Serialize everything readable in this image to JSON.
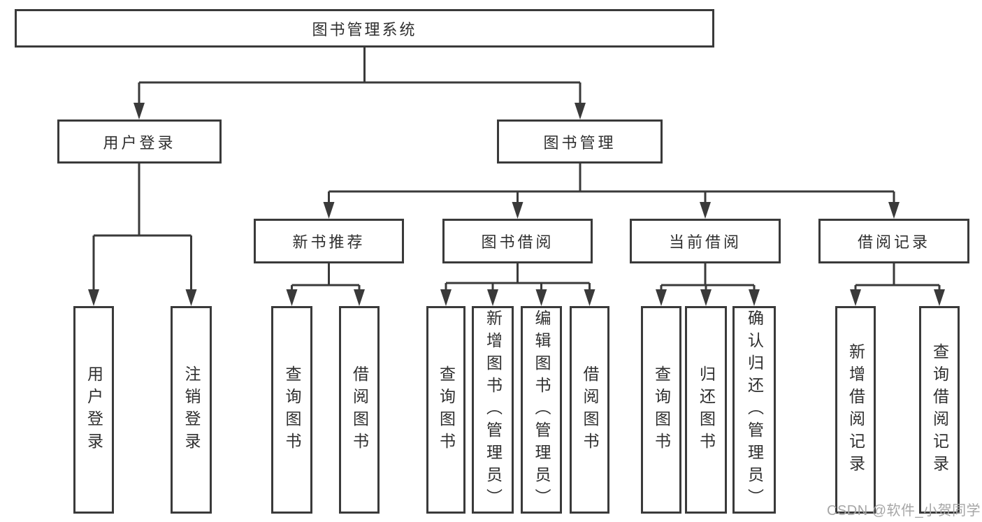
{
  "watermark": {
    "text": "CSDN @软件_小贺同学"
  },
  "colors": {
    "line": "#3a3a3a",
    "text": "#2f2f2f",
    "watermark_gray": "#a6a6a6",
    "background": "#ffffff"
  },
  "tree": {
    "root": {
      "label": "图书管理系统"
    },
    "level2": [
      {
        "id": "user-login",
        "label": "用户登录"
      },
      {
        "id": "book-management",
        "label": "图书管理"
      }
    ],
    "level3": [
      {
        "id": "new-book-recommend",
        "label": "新书推荐"
      },
      {
        "id": "book-borrowing",
        "label": "图书借阅"
      },
      {
        "id": "current-borrowing",
        "label": "当前借阅"
      },
      {
        "id": "borrowing-records",
        "label": "借阅记录"
      }
    ],
    "leaves": {
      "user_login": [
        {
          "label": "用户登录"
        },
        {
          "label": "注销登录"
        }
      ],
      "new_book_recommend": [
        {
          "label": "查询图书"
        },
        {
          "label": "借阅图书"
        }
      ],
      "book_borrowing": [
        {
          "label": "查询图书"
        },
        {
          "label": "新增图书（管理员）"
        },
        {
          "label": "编辑图书（管理员）"
        },
        {
          "label": "借阅图书"
        }
      ],
      "current_borrowing": [
        {
          "label": "查询图书"
        },
        {
          "label": "归还图书"
        },
        {
          "label": "确认归还（管理员）"
        }
      ],
      "borrowing_records": [
        {
          "label": "新增借阅记录"
        },
        {
          "label": "查询借阅记录"
        }
      ]
    }
  }
}
